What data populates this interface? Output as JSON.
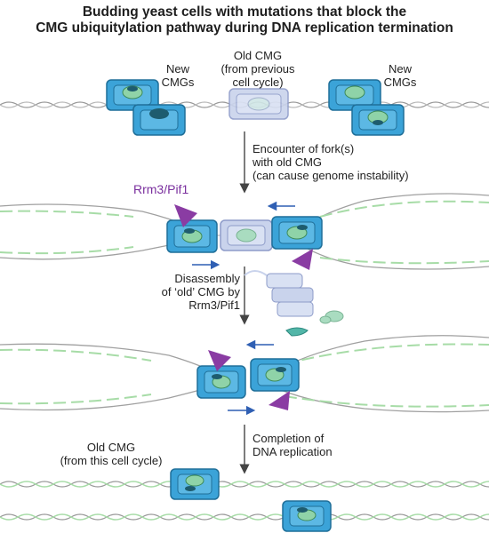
{
  "title": {
    "line1": "Budding yeast cells with mutations that block the",
    "line2": "CMG ubiquitylation pathway during DNA replication termination"
  },
  "panel1": {
    "new_left": [
      "New",
      "CMGs"
    ],
    "old": [
      "Old CMG",
      "(from previous",
      "cell cycle)"
    ],
    "new_right": [
      "New",
      "CMGs"
    ]
  },
  "step1": [
    "Encounter of fork(s)",
    "with old CMG",
    "(can cause genome instability)"
  ],
  "helicase_label": "Rrm3/Pif1",
  "step2": [
    "Disassembly",
    "of ‘old’ CMG by",
    "Rrm3/Pif1"
  ],
  "step3": [
    "Completion of",
    "DNA replication"
  ],
  "panel4": {
    "old": [
      "Old CMG",
      "(from this cell cycle)"
    ]
  },
  "colors": {
    "cmg_blue": "#3ba3d8",
    "cmg_old": "#c9d3ec",
    "cmg_core": "#8fd3a8",
    "cmg_dark": "#1e5c6e",
    "rrm3_purple": "#8a3ca3",
    "arrow_blue": "#2f5fb3",
    "dna_green": "#a7dca7"
  }
}
